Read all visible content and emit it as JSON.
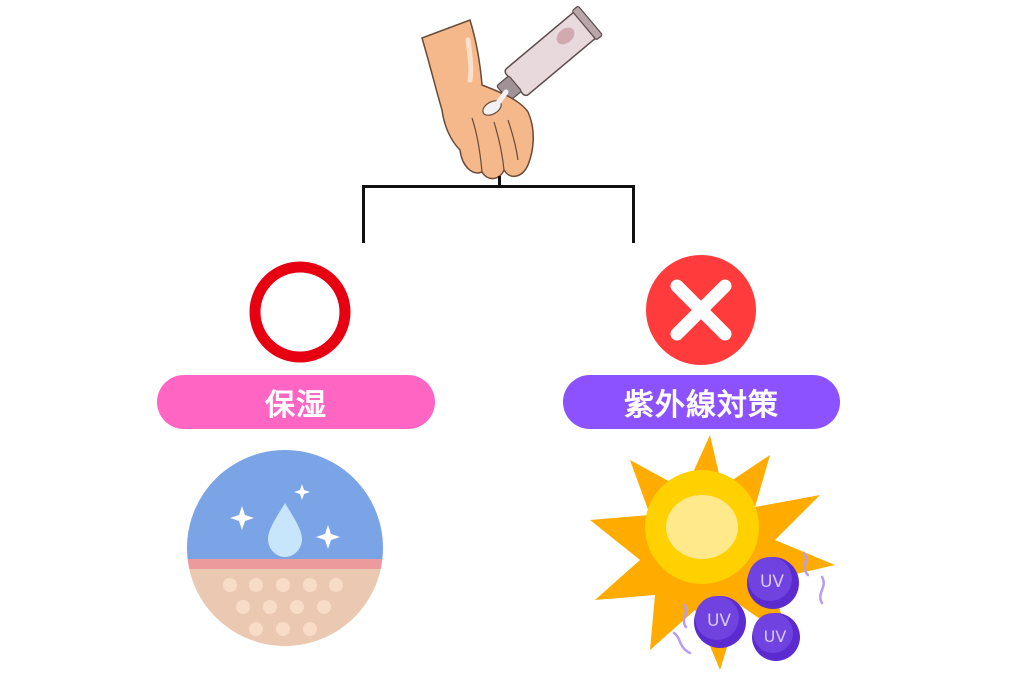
{
  "diagram": {
    "top_illustration": "hand-applying-cream-tube",
    "branches": [
      {
        "mark": "circle-ok-mark",
        "mark_color": "#e60012",
        "label": "保湿",
        "label_bg": "#ff66c4",
        "illustration": "skin-moisture-icon"
      },
      {
        "mark": "cross-ng-mark",
        "mark_color": "#ff3b3b",
        "label": "紫外線対策",
        "label_bg": "#8c52ff",
        "illustration": "sun-uv-icon",
        "uv_badges": [
          "UV",
          "UV",
          "UV"
        ]
      }
    ],
    "connector_color": "#111111"
  }
}
